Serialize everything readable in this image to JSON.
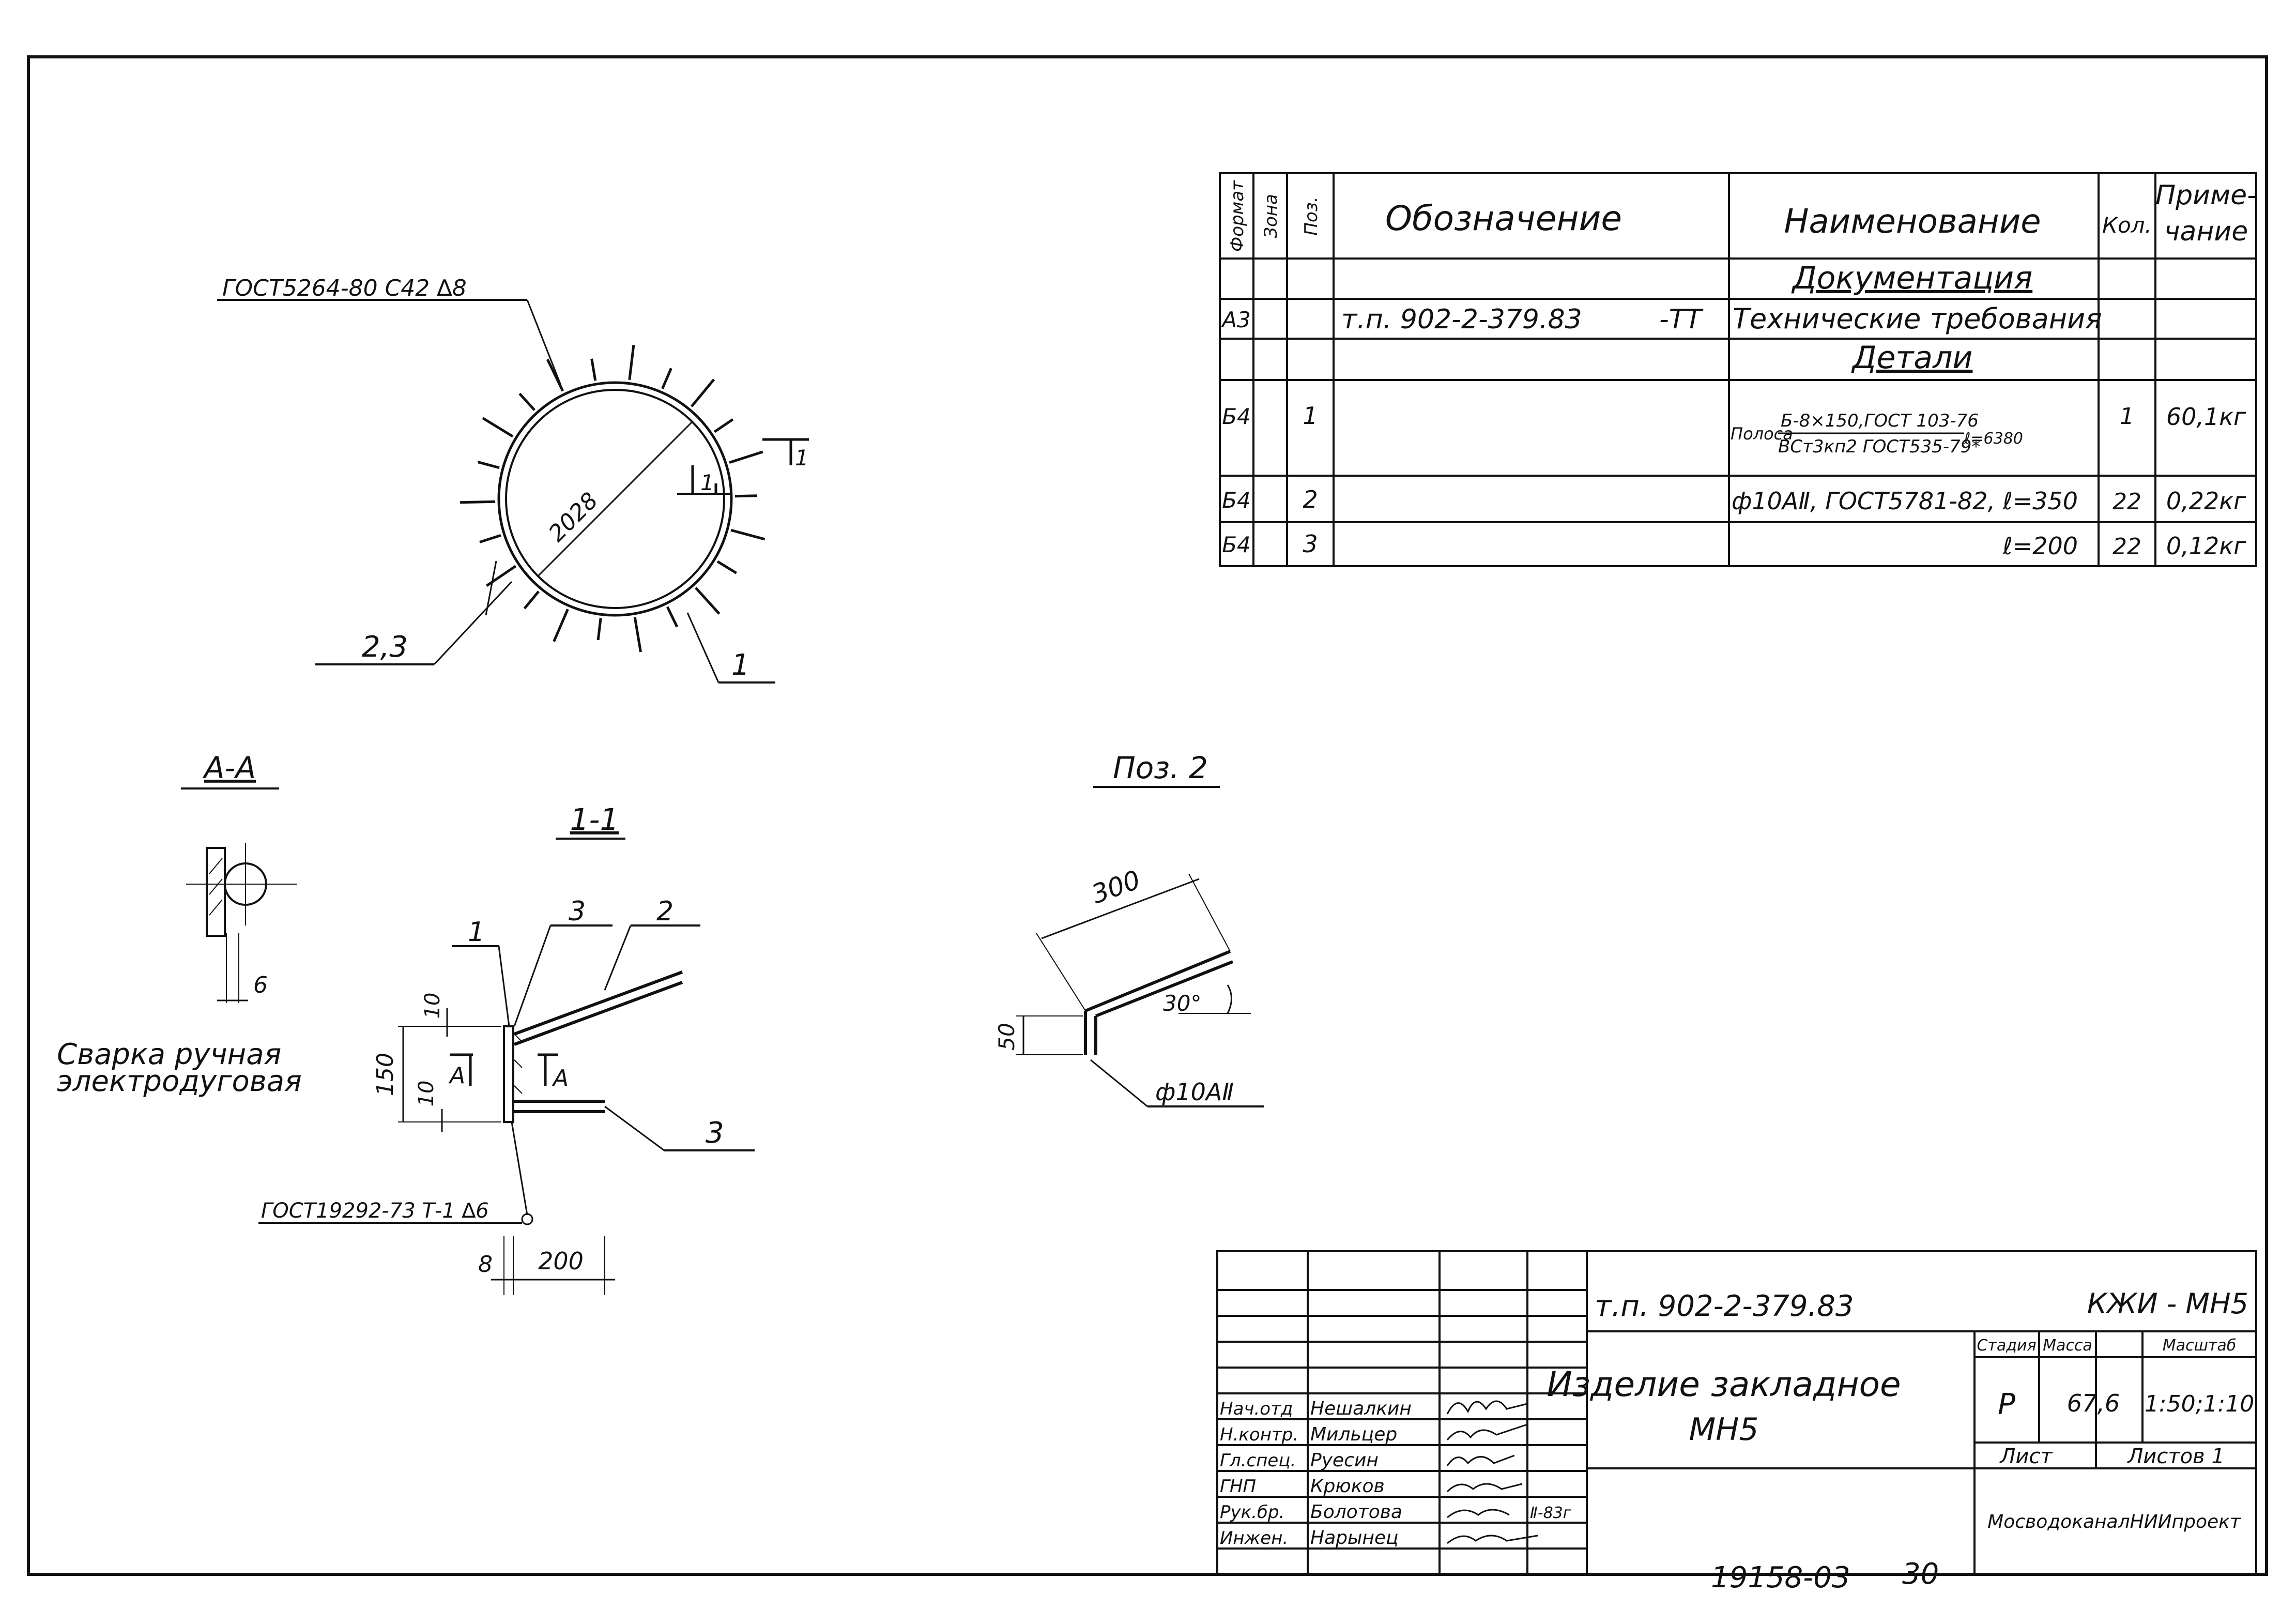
{
  "spec": {
    "headers": {
      "format": "Формат",
      "zone": "Зона",
      "pos": "Поз.",
      "designation": "Обозначение",
      "name": "Наименование",
      "qty": "Кол.",
      "note": "Приме-чание",
      "note_l1": "Приме-",
      "note_l2": "чание"
    },
    "rows": [
      {
        "format": "",
        "zone": "",
        "pos": "",
        "designation": "",
        "designation_suffix": "",
        "name": "Документация",
        "qty": "",
        "note": ""
      },
      {
        "format": "А3",
        "zone": "",
        "pos": "",
        "designation": "т.п. 902-2-379.83",
        "designation_suffix": "-ТТ",
        "name": "Технические требования",
        "qty": "",
        "note": ""
      },
      {
        "format": "",
        "zone": "",
        "pos": "",
        "designation": "",
        "designation_suffix": "",
        "name": "Детали",
        "qty": "",
        "note": ""
      },
      {
        "format": "Б4",
        "zone": "",
        "pos": "1",
        "designation": "",
        "designation_suffix": "",
        "name": "Полоса",
        "name_top": "Б-8×150,ГОСТ 103-76",
        "name_bottom": "ВСт3кп2 ГОСТ535-79*",
        "name_len": "ℓ=6380",
        "qty": "1",
        "note": "60,1кг"
      },
      {
        "format": "Б4",
        "zone": "",
        "pos": "2",
        "designation": "",
        "designation_suffix": "",
        "name": "ф10АⅡ, ГОСТ5781-82, ℓ=350",
        "qty": "22",
        "note": "0,22кг"
      },
      {
        "format": "Б4",
        "zone": "",
        "pos": "3",
        "designation": "",
        "designation_suffix": "",
        "name": "ℓ=200",
        "qty": "22",
        "note": "0,12кг"
      }
    ]
  },
  "plan_view": {
    "weld_note": "ГОСТ5264-80 С42 ∆8",
    "diameter": "2028",
    "cut_mark": "1",
    "pos_1": "1",
    "pos_23": "2,3"
  },
  "section_aa": {
    "title": "А-А",
    "dim": "6",
    "weld_text_l1": "Сварка ручная",
    "weld_text_l2": "электродуговая"
  },
  "section_11": {
    "title": "1-1",
    "pos_1": "1",
    "pos_3_top": "3",
    "pos_2": "2",
    "pos_3": "3",
    "dim_150": "150",
    "dim_10a": "10",
    "dim_10b": "10",
    "mark_a": "А",
    "weld_note": "ГОСТ19292-73 Т-1 ∆6",
    "dim_8": "8",
    "dim_200": "200"
  },
  "pos2": {
    "title": "Поз. 2",
    "dim_300": "300",
    "dim_50": "50",
    "angle": "30°",
    "bar": "ф10АⅡ"
  },
  "title_block": {
    "code": "т.п. 902-2-379.83",
    "mark": "КЖИ - МН5",
    "title_l1": "Изделие закладное",
    "title_l2": "МН5",
    "stage_h": "Стадия",
    "mass_h": "Масса",
    "scale_h": "Масштаб",
    "stage": "Р",
    "mass": "67,6",
    "scale": "1:50;1:10",
    "sheet_h": "Лист",
    "sheets_h": "Листов 1",
    "org": "МосводоканалНИИпроект",
    "people": [
      {
        "role": "Нач.отд",
        "name": "Нешалкин"
      },
      {
        "role": "Н.контр.",
        "name": "Мильцер"
      },
      {
        "role": "Гл.спец.",
        "name": "Руесин"
      },
      {
        "role": "ГНП",
        "name": "Крюков"
      },
      {
        "role": "Рук.бр.",
        "name": "Болотова"
      },
      {
        "role": "Инжен.",
        "name": "Нарынец"
      }
    ],
    "date": "Ⅱ-83г"
  },
  "footer": {
    "number": "19158-03",
    "page": "30"
  }
}
